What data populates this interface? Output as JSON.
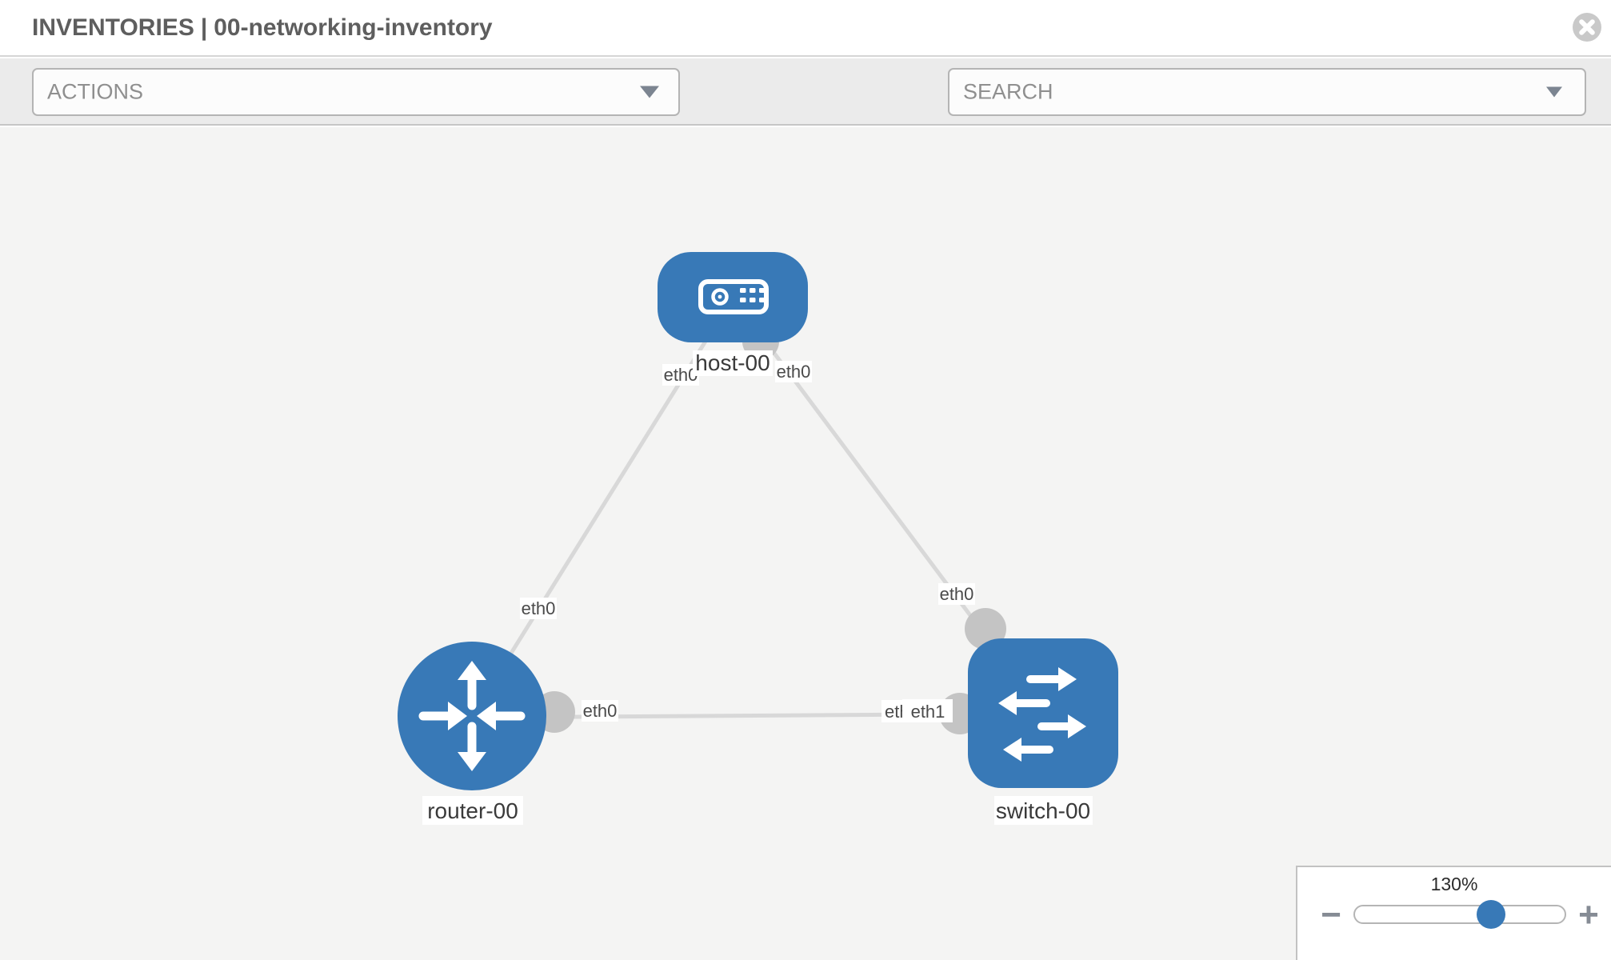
{
  "header": {
    "section": "INVENTORIES",
    "separator": "|",
    "inventory_name": "00-networking-inventory"
  },
  "toolbar": {
    "actions_placeholder": "ACTIONS",
    "search_placeholder": "SEARCH"
  },
  "topology": {
    "nodes": [
      {
        "id": "host-00",
        "type": "host",
        "label": "host-00"
      },
      {
        "id": "router-00",
        "type": "router",
        "label": "router-00"
      },
      {
        "id": "switch-00",
        "type": "switch",
        "label": "switch-00"
      }
    ],
    "links": [
      {
        "source": "host-00",
        "target": "router-00",
        "source_interface": "eth0",
        "target_interface": "eth0"
      },
      {
        "source": "host-00",
        "target": "switch-00",
        "source_interface": "eth0",
        "target_interface": "eth0"
      },
      {
        "source": "router-00",
        "target": "switch-00",
        "source_interface": "eth0",
        "target_interfaces": [
          "eth0",
          "eth1"
        ]
      }
    ]
  },
  "zoom_control": {
    "level": "130%",
    "decrease_label": "−",
    "increase_label": "+"
  },
  "colors": {
    "node_blue": "#3879b7",
    "edge_gray": "#d8d8d8",
    "port_gray": "#c4c4c4",
    "canvas_bg": "#f4f4f3"
  }
}
